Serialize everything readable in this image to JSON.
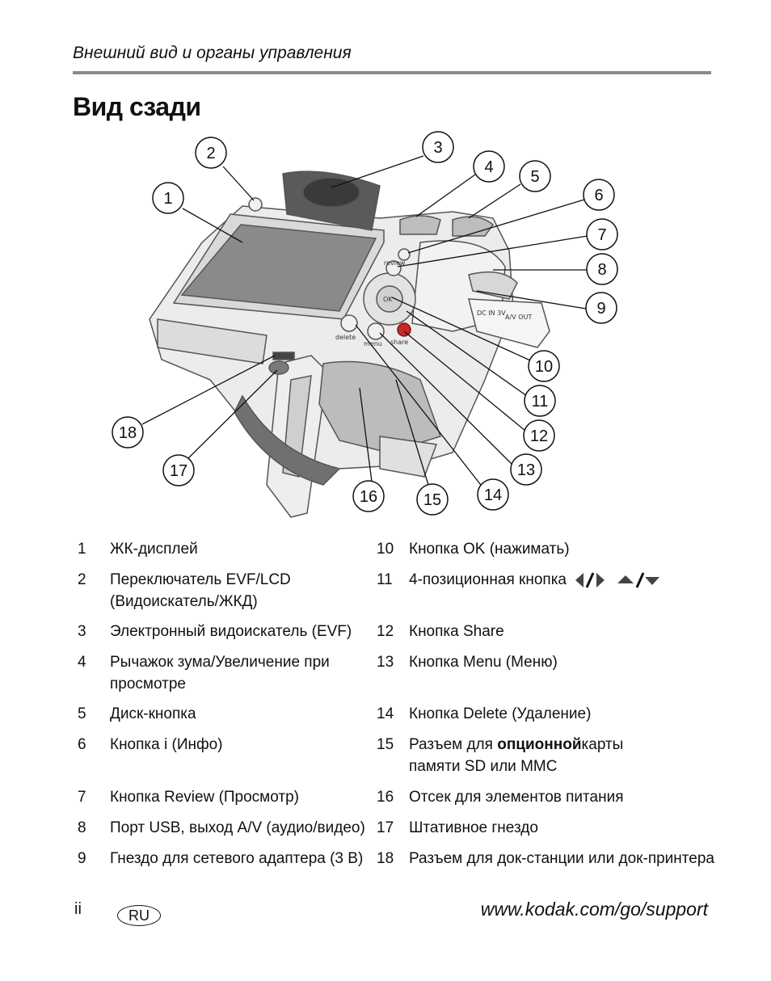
{
  "header": {
    "section_title": "Внешний вид и органы управления"
  },
  "page_title": "Вид сзади",
  "diagram": {
    "callouts": [
      "1",
      "2",
      "3",
      "4",
      "5",
      "6",
      "7",
      "8",
      "9",
      "10",
      "11",
      "12",
      "13",
      "14",
      "15",
      "16",
      "17",
      "18"
    ],
    "camera_labels": {
      "delete": "delete",
      "menu": "menu",
      "share": "share",
      "review": "review",
      "ok": "OK",
      "av_out": "A/V OUT",
      "dc_in": "DC IN 3V"
    }
  },
  "legend": {
    "left": [
      {
        "num": "1",
        "text": "ЖК-дисплей"
      },
      {
        "num": "2",
        "text": "Переключатель EVF/LCD (Видоискатель/ЖКД)"
      },
      {
        "num": "3",
        "text": "Электронный видоискатель (EVF)"
      },
      {
        "num": "4",
        "text": "Рычажок зума/Увеличение при просмотре"
      },
      {
        "num": "5",
        "text": "Диск-кнопка"
      },
      {
        "num": "6",
        "text": "Кнопка i (Инфо)"
      },
      {
        "num": "7",
        "text": "Кнопка Review (Просмотр)"
      },
      {
        "num": "8",
        "text": "Порт USB, выход A/V (аудио/видео)"
      },
      {
        "num": "9",
        "text": "Гнездо для сетевого адаптера (3 В)"
      }
    ],
    "right": [
      {
        "num": "10",
        "text": "Кнопка OK (нажимать)"
      },
      {
        "num": "11",
        "text": "4-позиционная кнопка"
      },
      {
        "num": "12",
        "text": "Кнопка Share"
      },
      {
        "num": "13",
        "text": "Кнопка Menu (Меню)"
      },
      {
        "num": "14",
        "text": "Кнопка Delete (Удаление)"
      },
      {
        "num": "15",
        "text_before": "Разъем для ",
        "text_bold": "опционной",
        "text_after": "карты памяти SD или MMC"
      },
      {
        "num": "16",
        "text": "Отсек для элементов питания"
      },
      {
        "num": "17",
        "text": "Штативное гнездо"
      },
      {
        "num": "18",
        "text": "Разъем для док-станции или док-принтера"
      }
    ]
  },
  "footer": {
    "page_number": "ii",
    "language_badge": "RU",
    "url": "www.kodak.com/go/support"
  }
}
